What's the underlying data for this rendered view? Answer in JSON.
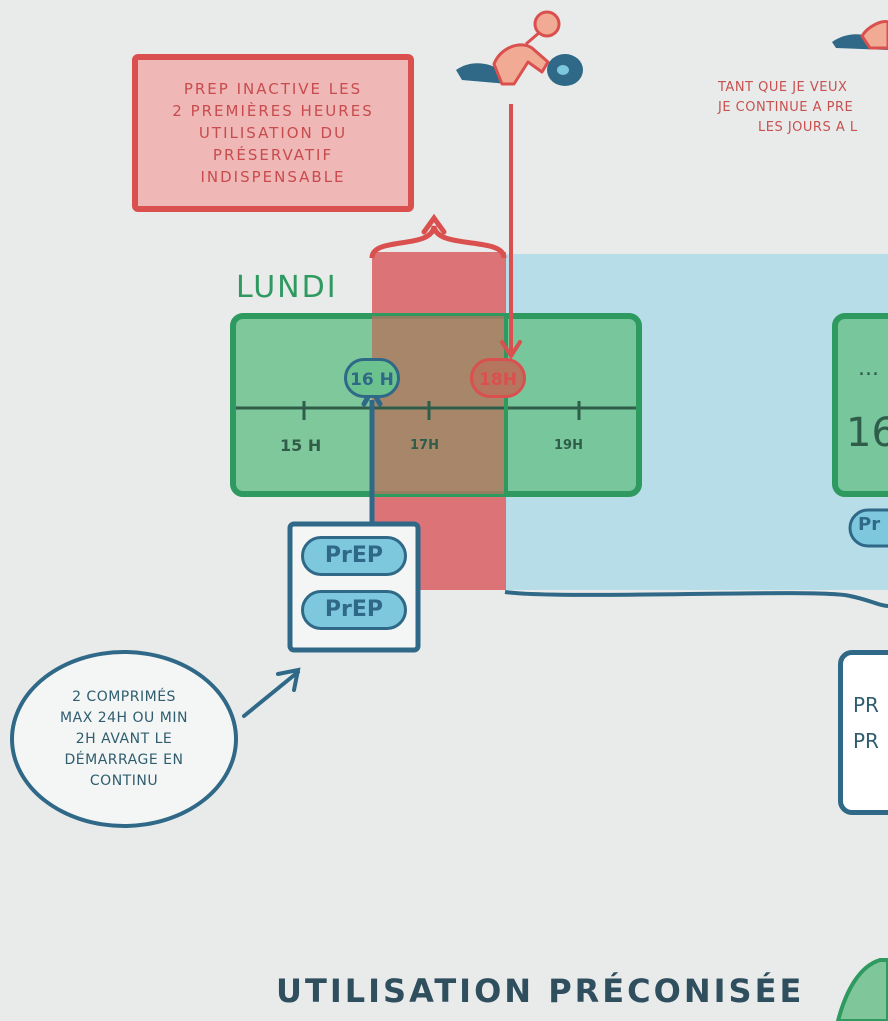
{
  "warning_box": {
    "lines": [
      "PREP INACTIVE LES",
      "2 PREMIÈRES HEURES",
      "UTILISATION DU",
      "PRÉSERVATIF",
      "INDISPENSABLE"
    ]
  },
  "top_note": {
    "lines": [
      "TANT QUE JE VEUX",
      "JE CONTINUE A PRE",
      "LES JOURS A L"
    ]
  },
  "timeline": {
    "day": "LUNDI",
    "start_bubble": "16 H",
    "end_bubble": "18H",
    "hours": [
      "15 H",
      "17H",
      "19H"
    ]
  },
  "pills": [
    "PrEP",
    "PrEP"
  ],
  "circle_note": {
    "lines": [
      "2 COMPRIMÉS",
      "MAX 24H OU MIN",
      "2H AVANT LE",
      "DÉMARRAGE EN",
      "CONTINU"
    ]
  },
  "right_panel": {
    "dots": "...",
    "time_fragment": "16",
    "pill_fragment": "Pr"
  },
  "right_box": {
    "lines": [
      "PR",
      "PR"
    ]
  },
  "footer": {
    "title": "UTILISATION PRÉCONISÉE"
  },
  "colors": {
    "red": "#d9504f",
    "light_red": "#efb7b5",
    "green": "#2e9a60",
    "light_green": "#6cc28e",
    "blue": "#2f6987",
    "light_blue": "#b7dde9",
    "background": "#e9ebea"
  }
}
